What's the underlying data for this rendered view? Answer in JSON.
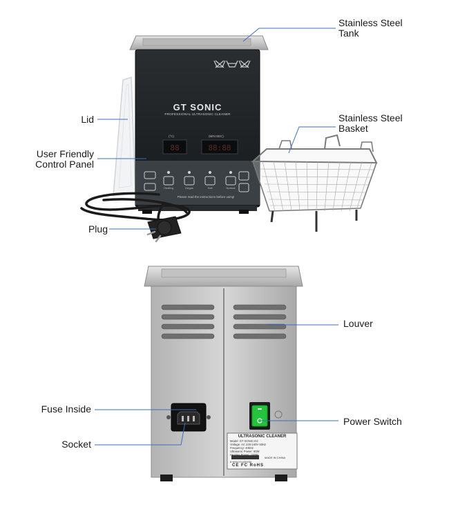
{
  "callouts": {
    "tank": [
      "Stainless Steel",
      "Tank"
    ],
    "lid": "Lid",
    "basket": [
      "Stainless Steel",
      "Basket"
    ],
    "control": [
      "User Friendly",
      "Control Panel"
    ],
    "plug": "Plug",
    "louver": "Louver",
    "fuse": "Fuse Inside",
    "power": "Power Switch",
    "socket": "Socket"
  },
  "device": {
    "brand": "GT SONIC",
    "subtitle": "PROFESSIONAL ULTRASONIC CLEANER",
    "panel_buttons": [
      "Heating",
      "Degas",
      "Soft",
      "Normal"
    ],
    "notice": "Please read the instructions before using!",
    "temp_unit": "(°C)",
    "time_unit": "(MIN:SEC)"
  },
  "label_plate": {
    "title": "ULTRASONIC CLEANER",
    "lines": [
      "Model: GT SONIC-D2",
      "Voltage: AC 220-240V 50Hz",
      "Frequency: 40kHz",
      "Ultrasonic Power: 60W",
      "Heating Power: 100W",
      "MADE IN CHINA"
    ],
    "serial": "6 920173 100232",
    "marks": "CE FC RoHS"
  },
  "colors": {
    "leader_line": "#3a6fbf",
    "panel": "#1f2326",
    "steel": "#c9c9c9",
    "switch_green": "#27c23d",
    "display": "#ff4a3a"
  }
}
